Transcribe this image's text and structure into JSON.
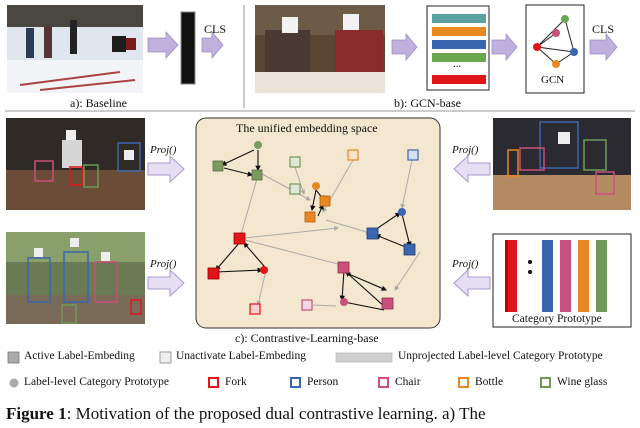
{
  "panels": {
    "baseline_caption": "a): Baseline",
    "gcn_caption": "b): GCN-base",
    "contrastive_caption": "c): Contrastive-Learning-base",
    "embedding_title": "The unified embedding space",
    "cls_label": "CLS",
    "gcn_label": "GCN",
    "proj_label": "Proj()",
    "prototype_caption": "Category Prototype",
    "ellipsis": "..."
  },
  "legend": {
    "active": "Active Label-Embeding",
    "inactive": "Unactivate Label-Embeding",
    "unprojected": "Unprojected Label-level Category Prototype",
    "prototype": "Label-level Category Prototype",
    "categories": [
      {
        "name": "Fork",
        "color": "#e0151a"
      },
      {
        "name": "Person",
        "color": "#3a66b0"
      },
      {
        "name": "Chair",
        "color": "#c8507a"
      },
      {
        "name": "Bottle",
        "color": "#e88820"
      },
      {
        "name": "Wine glass",
        "color": "#6f9a55"
      }
    ]
  },
  "figure_caption": {
    "label": "Figure 1",
    "text": ": Motivation of the proposed dual contrastive learning. a) The"
  },
  "colors": {
    "embedding_bg": "#f3e8cf",
    "arrow_purple": "#b9a7d8",
    "node_green": "#7a9a5e",
    "node_gray": "#a9a9a9"
  }
}
